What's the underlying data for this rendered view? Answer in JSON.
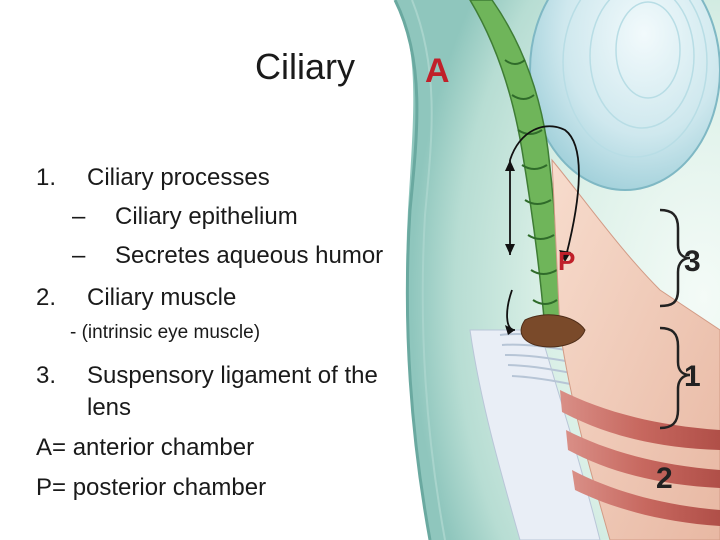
{
  "title": "Ciliary",
  "list": {
    "item1": {
      "num": "1.",
      "text": "Ciliary processes"
    },
    "sub1": {
      "dash": "–",
      "text": "Ciliary epithelium"
    },
    "sub2": {
      "dash": "–",
      "text": "Secretes aqueous humor"
    },
    "item2": {
      "num": "2.",
      "text": "Ciliary muscle"
    },
    "note": "- (intrinsic eye muscle)",
    "item3": {
      "num": "3.",
      "text_line1": "Suspensory ligament of the",
      "text_line2": "lens"
    },
    "legend_a": "A= anterior chamber",
    "legend_p": "P= posterior chamber"
  },
  "labels": {
    "a": "A",
    "p": "P",
    "n3": "3",
    "n1": "1",
    "n2": "2"
  },
  "colors": {
    "chamber_label": "#c0202a",
    "number_label": "#222222",
    "text": "#1a1a1a"
  }
}
